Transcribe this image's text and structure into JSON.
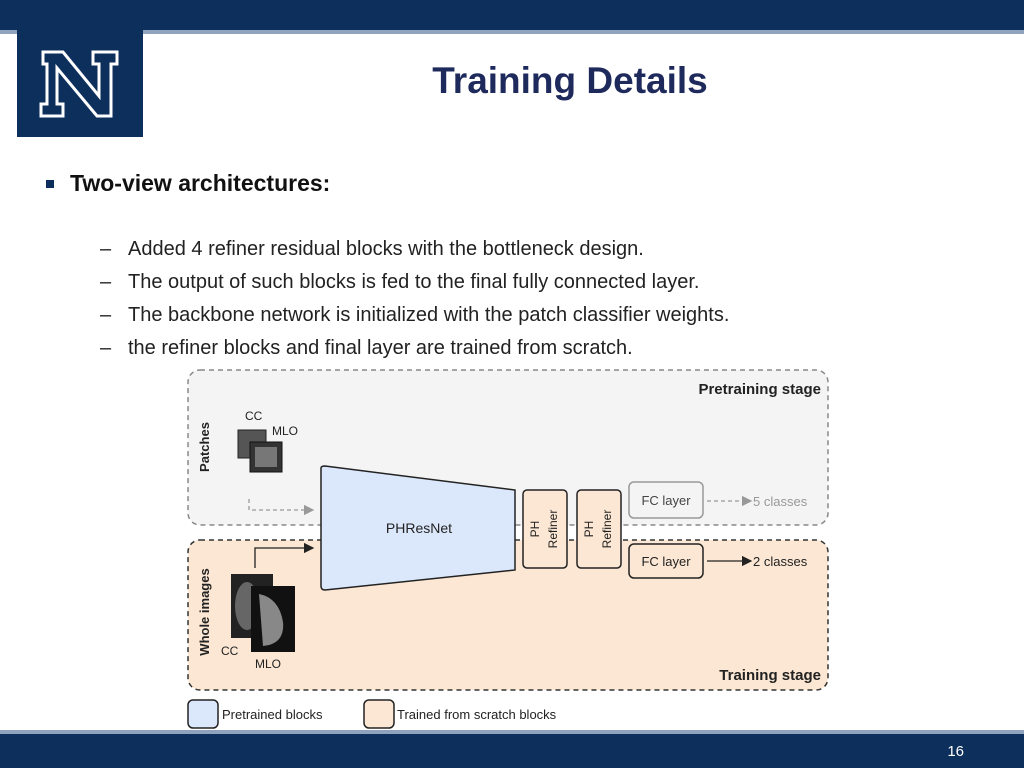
{
  "slide": {
    "title": "Training Details",
    "page_number": "16"
  },
  "bullet": {
    "heading": "Two-view architectures:",
    "items": [
      "Added 4 refiner residual blocks with the bottleneck design.",
      "The output of such blocks is fed to the final fully connected layer.",
      "The backbone network is initialized with the patch classifier weights.",
      "the refiner blocks and final layer are trained from scratch."
    ],
    "dash": "–"
  },
  "diagram": {
    "pretraining_stage": "Pretraining stage",
    "training_stage": "Training stage",
    "patches_label": "Patches",
    "whole_images_label": "Whole images",
    "cc": "CC",
    "mlo": "MLO",
    "backbone": "PHResNet",
    "refiner_ph": "PH",
    "refiner_word": "Refiner",
    "fc_layer": "FC layer",
    "out_pretrain": "5 classes",
    "out_train": "2 classes",
    "legend_pretrained": "Pretrained blocks",
    "legend_scratch": "Trained from scratch blocks",
    "colors": {
      "navy": "#0d2f5c",
      "backbone_fill": "#dbe8fb",
      "training_bg": "#fbe7d3",
      "pretrain_bg": "#f4f4f4"
    }
  }
}
